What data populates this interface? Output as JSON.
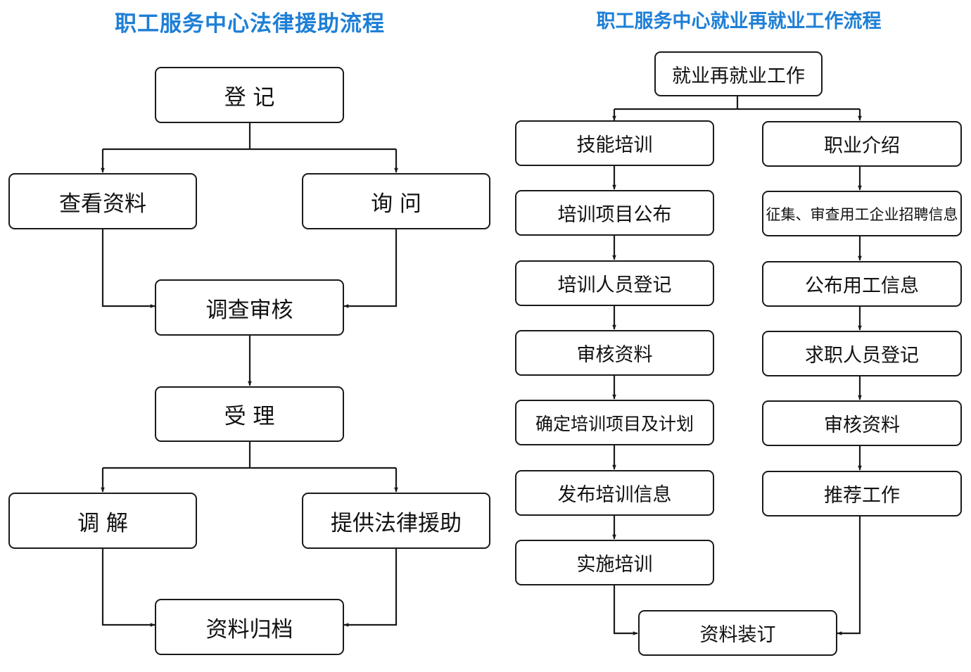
{
  "left": {
    "title": "职工服务中心法律援助流程",
    "nodes": {
      "register": "登 记",
      "view_docs": "查看资料",
      "inquire": "询 问",
      "investigate": "调查审核",
      "accept": "受 理",
      "mediate": "调 解",
      "legal_aid": "提供法律援助",
      "archive": "资料归档"
    }
  },
  "right": {
    "title": "职工服务中心就业再就业工作流程",
    "root": "就业再就业工作",
    "training": [
      "技能培训",
      "培训项目公布",
      "培训人员登记",
      "审核资料",
      "确定培训项目及计划",
      "发布培训信息",
      "实施培训"
    ],
    "placement": [
      "职业介绍",
      "征集、审查用工企业招聘信息",
      "公布用工信息",
      "求职人员登记",
      "审核资料",
      "推荐工作"
    ],
    "binding": "资料装订"
  }
}
